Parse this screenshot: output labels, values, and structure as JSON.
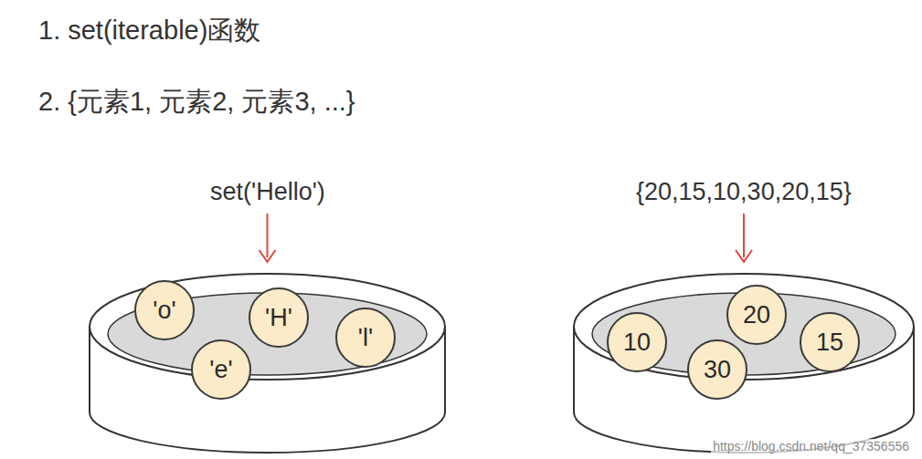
{
  "diagram": {
    "nodes": [
      {
        "text": [
          "set('Hello')"
        ]
      },
      {
        "text": [
          "'o'"
        ],
        "in": 0
      },
      {
        "text": [
          "'H'"
        ],
        "in": 0
      },
      {
        "text": [
          "'l'"
        ],
        "in": 0
      },
      {
        "text": [
          "'e'"
        ],
        "in": 0
      },
      {
        "text": [
          "{20,15,10,30,20,15}"
        ]
      },
      {
        "text": [
          "20"
        ],
        "in": 5
      },
      {
        "text": [
          "10"
        ],
        "in": 5
      },
      {
        "text": [
          "15"
        ],
        "in": 5
      },
      {
        "text": [
          "30"
        ],
        "in": 5
      }
    ],
    "edges": [],
    "labels": [
      "1. set(iterable)函数",
      "2. {元素1, 元素2, 元素3, ...}",
      "https://blog.csdn.net/qq_37356556"
    ]
  }
}
